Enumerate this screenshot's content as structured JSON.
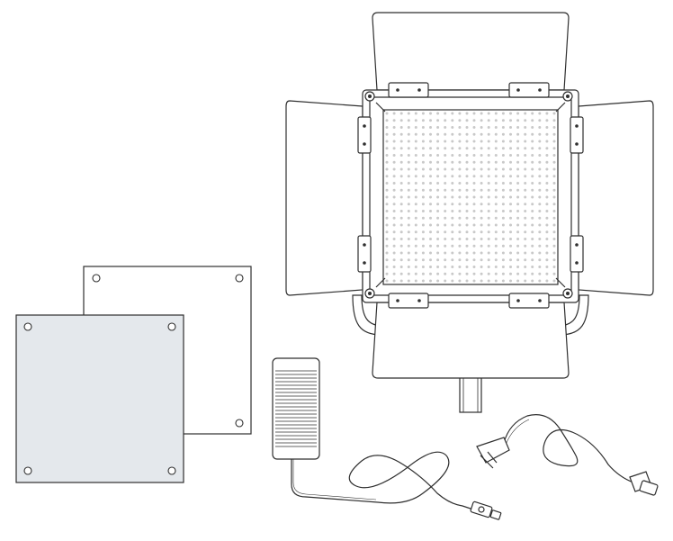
{
  "image": {
    "kind": "product line drawing",
    "text": []
  },
  "parts": {
    "led_panel_light": {
      "barn_doors": 4,
      "led_grid": {
        "rows": 25,
        "cols": 24
      }
    },
    "white_diffuser_plate": {
      "mount_holes": 4
    },
    "gray_diffuser_plate": {
      "mount_holes": 4
    },
    "power_adapter": {},
    "dc_output_cable": {},
    "ac_power_cable": {}
  },
  "colors": {
    "line": "#2f2f2f",
    "gray_plate_fill": "#e4e8ec",
    "led_dot": "#c9c9c9",
    "background": "#ffffff"
  }
}
